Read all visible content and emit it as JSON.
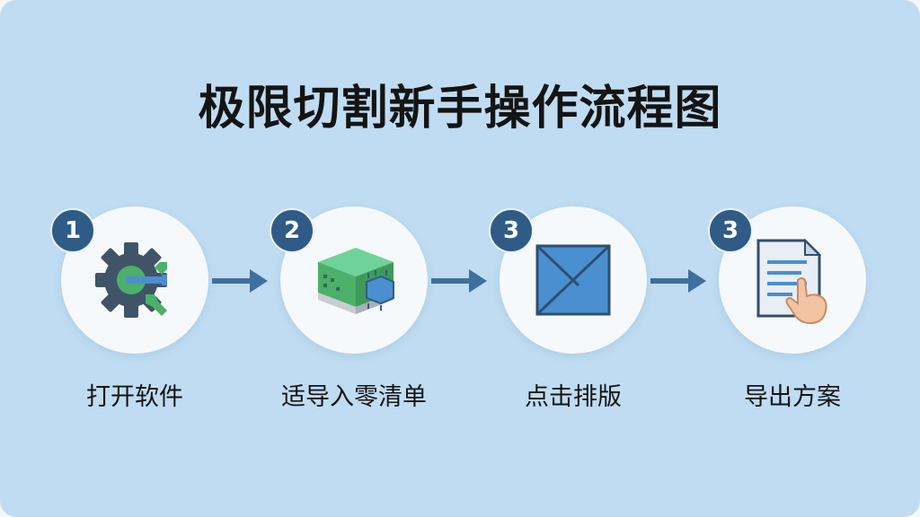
{
  "title": "极限切割新手操作流程图",
  "steps": [
    {
      "number": "1",
      "label": "打开软件"
    },
    {
      "number": "2",
      "label": "适导入零清单"
    },
    {
      "number": "3",
      "label": "点击排版"
    },
    {
      "number": "3",
      "label": "导出方案"
    }
  ],
  "colors": {
    "background": "#bfdcf2",
    "badge": "#2f5b86",
    "arrow": "#3f6f9f",
    "circle": "#f6f9fc",
    "accent_green": "#4caf6a",
    "accent_blue": "#4a8fcf"
  },
  "icons": [
    "gear-wrench-icon",
    "circuit-board-icon",
    "layout-sheet-icon",
    "document-hand-icon"
  ]
}
